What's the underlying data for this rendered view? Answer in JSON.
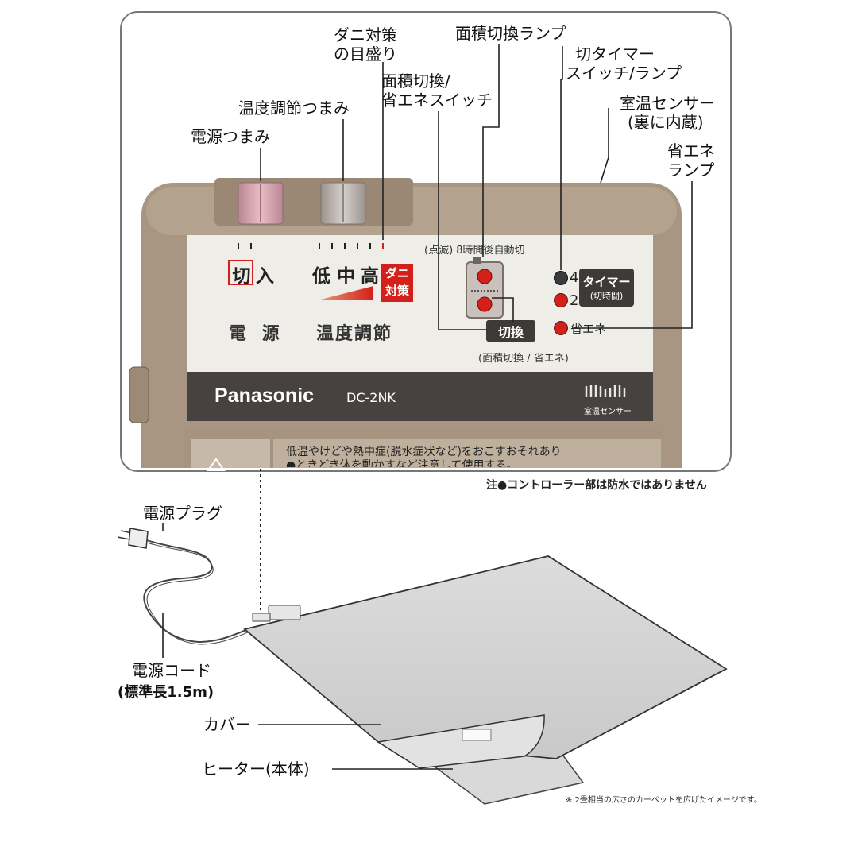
{
  "controller": {
    "brand": "Panasonic",
    "model": "DC-2NK",
    "power": {
      "off_label": "切",
      "on_label": "入",
      "section_label": "電 源"
    },
    "temperature": {
      "low": "低",
      "mid": "中",
      "high": "高",
      "mite_badge": [
        "ダニ",
        "対策"
      ],
      "section_label": "温度調節"
    },
    "timer_caption": "(点滅) 8時間後自動切",
    "switch_label": "切換",
    "switch_caption": "(面積切換 / 省エネ)",
    "lamp_4": "4",
    "lamp_2": "2",
    "eco_lamp_label": "省エネ",
    "timer_button": {
      "line1": "タイマー",
      "line2": "(切時間)"
    },
    "sensor_label": "室温センサー",
    "warning_line1": "低温やけどや熱中症(脱水症状など)をおこすおそれあり",
    "warning_line2": "●ときどき体を動かすなど注意して使用する。",
    "lamp_colors": {
      "red": "#d4201a",
      "off": "#3a3a3a"
    }
  },
  "callouts": {
    "power_knob": "電源つまみ",
    "temp_knob": "温度調節つまみ",
    "mite_scale": [
      "ダニ対策",
      "の目盛り"
    ],
    "area_switch": [
      "面積切換/",
      "省エネスイッチ"
    ],
    "area_lamp": "面積切換ランプ",
    "timer_switch": [
      "切タイマー",
      "スイッチ/ランプ"
    ],
    "room_sensor": [
      "室温センサー",
      "(裏に内蔵)"
    ],
    "eco_lamp": [
      "省エネ",
      "ランプ"
    ],
    "power_plug": "電源プラグ",
    "power_cord": [
      "電源コード",
      "(標準長1.5m)"
    ],
    "cover": "カバー",
    "heater": "ヒーター(本体)"
  },
  "notes": {
    "waterproof": "注●コントローラー部は防水ではありません",
    "image_note": "※ 2畳相当の広さのカーペットを広げたイメージです。"
  }
}
